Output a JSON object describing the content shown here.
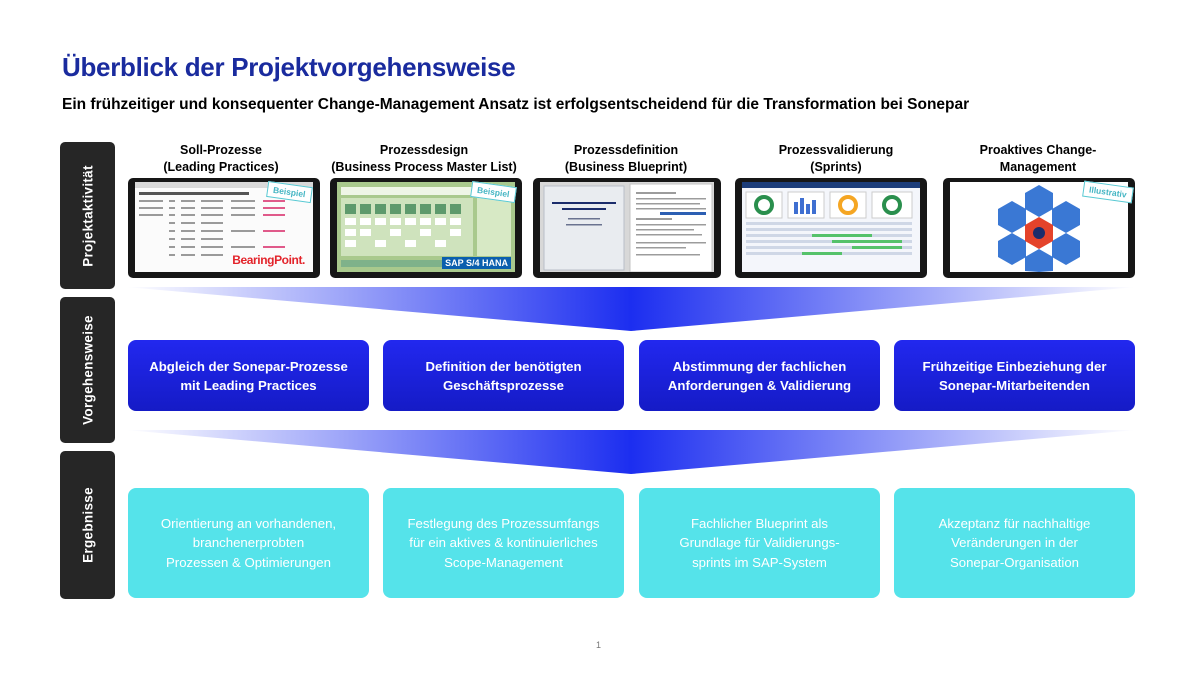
{
  "title": "Überblick der Projektvorgehensweise",
  "subtitle": "Ein frühzeitiger und konsequenter Change-Management Ansatz ist erfolgsentscheidend für die Transformation bei Sonepar",
  "side_labels": [
    "Projektaktivität",
    "Vorgehensweise",
    "Ergebnisse"
  ],
  "columns": [
    {
      "title_line1": "Soll-Prozesse",
      "title_line2": "(Leading Practices)",
      "stamp": "Beispiel",
      "logo": "BearingPoint."
    },
    {
      "title_line1": "Prozessdesign",
      "title_line2": "(Business Process Master List)",
      "stamp": "Beispiel",
      "logo": "SAP S/4 HANA"
    },
    {
      "title_line1": "Prozessdefinition",
      "title_line2": "(Business Blueprint)",
      "stamp": "",
      "logo": ""
    },
    {
      "title_line1": "Prozessvalidierung",
      "title_line2": "(Sprints)",
      "stamp": "",
      "logo": ""
    },
    {
      "title_line1": "Proaktives Change-",
      "title_line2": "Management",
      "stamp": "Illustrativ",
      "logo": ""
    }
  ],
  "approach": [
    {
      "line1": "Abgleich der Sonepar-Prozesse",
      "line2": "mit Leading Practices"
    },
    {
      "line1": "Definition der benötigten",
      "line2": "Geschäftsprozesse"
    },
    {
      "line1": "Abstimmung der fachlichen",
      "line2": "Anforderungen & Validierung"
    },
    {
      "line1": "Frühzeitige Einbeziehung der",
      "line2": "Sonepar-Mitarbeitenden"
    }
  ],
  "results": [
    {
      "line1": "Orientierung an vorhandenen,",
      "line2": "branchenerprobten",
      "line3": "Prozessen & Optimierungen"
    },
    {
      "line1": "Festlegung des Prozessumfangs",
      "line2": "für ein aktives & kontinuierliches",
      "line3": "Scope-Management"
    },
    {
      "line1": "Fachlicher Blueprint als",
      "line2": "Grundlage für Validierungs-",
      "line3": "sprints im SAP-System"
    },
    {
      "line1": "Akzeptanz für nachhaltige",
      "line2": "Veränderungen in der",
      "line3": "Sonepar-Organisation"
    }
  ],
  "page_number": "1",
  "colors": {
    "title": "#1a2b9e",
    "blue_box": "#1d22e0",
    "cyan_box": "#55e3ea",
    "side_bar": "#262626",
    "stamp": "#58c9d3"
  }
}
